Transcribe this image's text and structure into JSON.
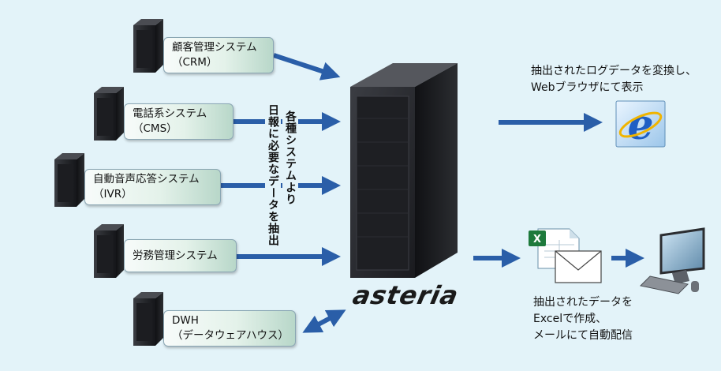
{
  "systems": [
    {
      "line1": "顧客管理システム",
      "line2": "（CRM）"
    },
    {
      "line1": "電話系システム",
      "line2": "（CMS）"
    },
    {
      "line1": "自動音声応答システム",
      "line2": "（IVR）"
    },
    {
      "line1": "労務管理システム",
      "line2": ""
    },
    {
      "line1": "DWH",
      "line2": "（データウェアハウス）"
    }
  ],
  "extract_label": {
    "col1": "各種システムより",
    "col2": "日報に必要なデータを抽出"
  },
  "product_logo": "asteria",
  "outputs": {
    "web": {
      "line1": "抽出されたログデータを変換し、",
      "line2": "Webブラウザにて表示"
    },
    "excel": {
      "line1": "抽出されたデータを",
      "line2": "Excelで作成、",
      "line3": "メールにて自動配信"
    }
  },
  "colors": {
    "background": "#e3f3f9",
    "arrow": "#2a5ea8",
    "server": "#2b2d31",
    "box_gradient_end": "#b8d7c9"
  },
  "icons": [
    "server-rack-icon",
    "ie-browser-icon",
    "excel-file-icon",
    "envelope-icon",
    "pc-monitor-icon"
  ]
}
